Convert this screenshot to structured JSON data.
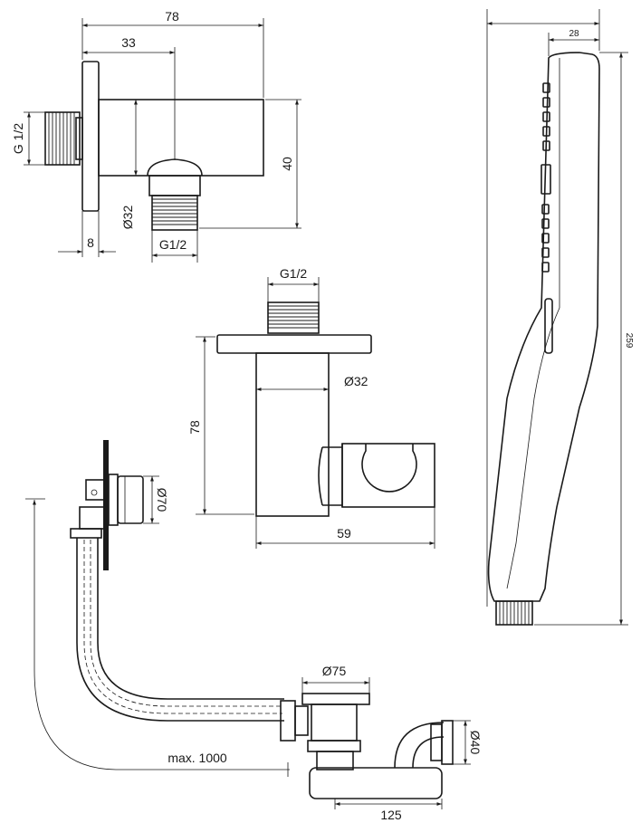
{
  "dimensions": {
    "elbow_width": "78",
    "elbow_offset": "33",
    "elbow_thread": "G 1/2",
    "elbow_height": "40",
    "elbow_diameter": "Ø32",
    "elbow_outlet_thread": "G1/2",
    "elbow_flange": "8",
    "holder_thread": "G1/2",
    "holder_diameter": "Ø32",
    "holder_height": "78",
    "holder_depth": "59",
    "overflow_diameter": "Ø70",
    "siphon_diameter": "Ø75",
    "outlet_diameter": "Ø40",
    "siphon_length": "125",
    "max_length": "max. 1000",
    "shower_width": "28",
    "shower_length": "259"
  }
}
